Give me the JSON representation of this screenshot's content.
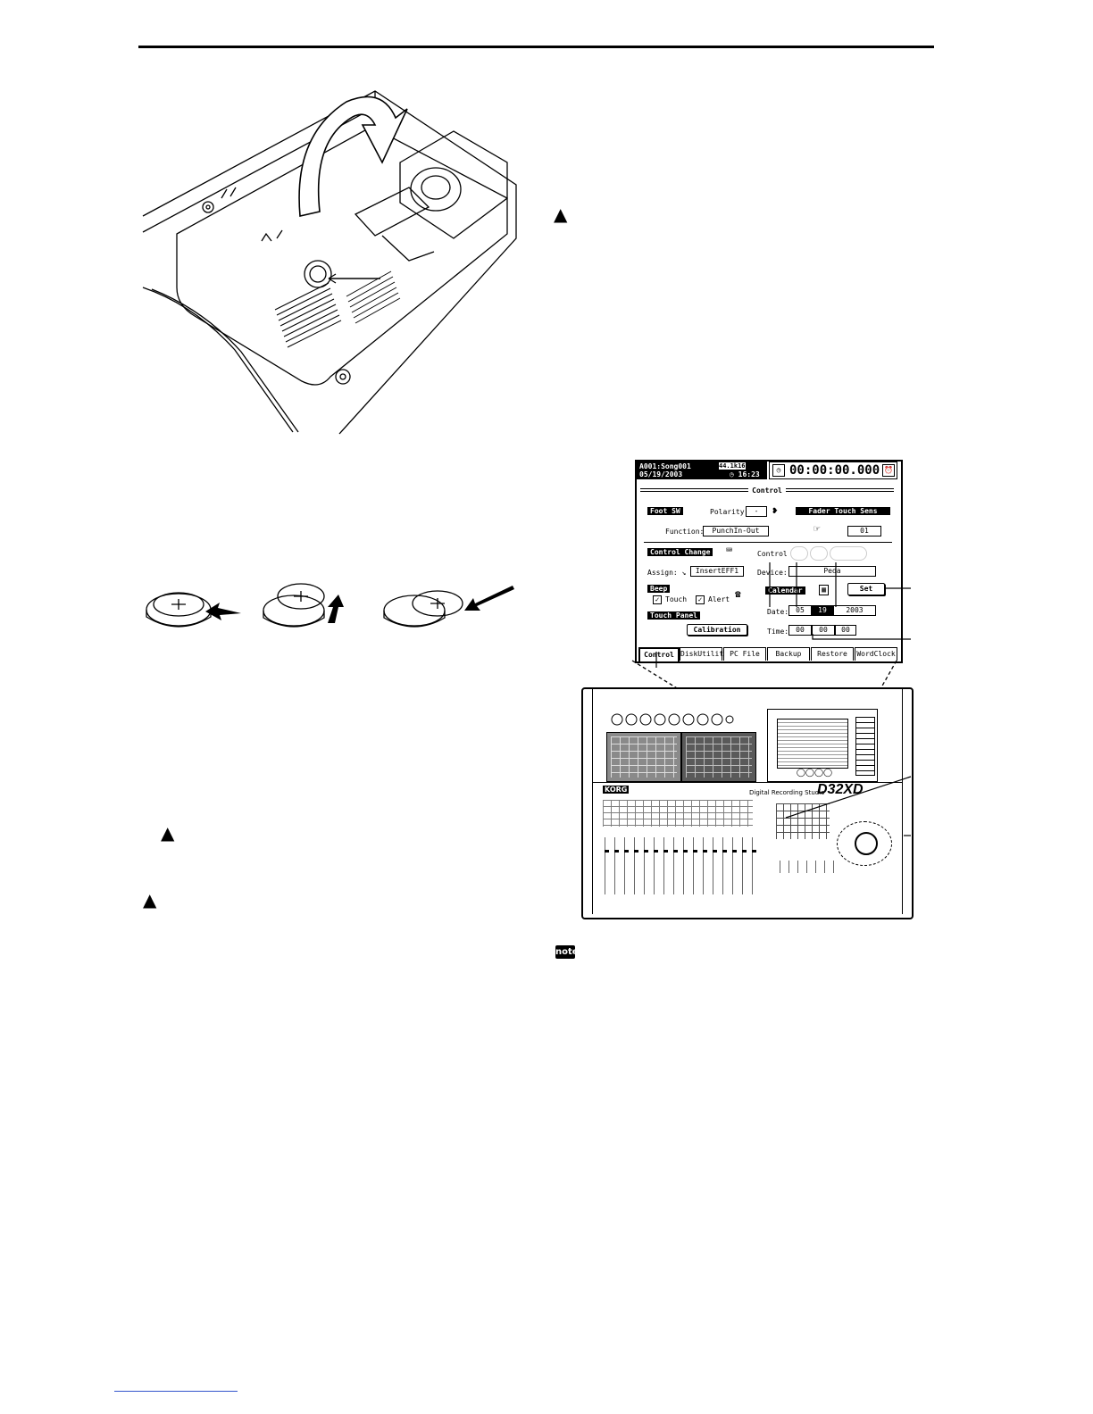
{
  "lcd": {
    "song_name": "A001:Song001",
    "rate": "44.1k16",
    "date": "05/19/2003",
    "clock": "16:23",
    "counter": "00:00:00.000",
    "page_title": "Control",
    "foot_sw": {
      "header": "Foot SW",
      "polarity_label": "Polarity:",
      "polarity_value": "-",
      "function_label": "Function:",
      "function_value": "PunchIn-Out"
    },
    "fader_touch": {
      "header": "Fader Touch Sens",
      "value": "01"
    },
    "control_change": {
      "header": "Control Change",
      "assign_label": "Assign:",
      "assign_value": "InsertEFF1",
      "control_label": "Control",
      "device_label": "Device:",
      "device_value": "Peda"
    },
    "beep": {
      "header": "Beep",
      "touch_label": "Touch",
      "alert_label": "Alert"
    },
    "calendar": {
      "header": "Calendar",
      "set_label": "Set",
      "date_label": "Date:",
      "month": "05",
      "day": "19",
      "year": "2003",
      "time_label": "Time:",
      "hour": "00",
      "minute": "00",
      "second": "00"
    },
    "touch_panel": {
      "header": "Touch Panel",
      "calibration_label": "Calibration"
    },
    "tabs": [
      "Control",
      "DiskUtility",
      "PC File",
      "Backup",
      "Restore",
      "WordClock"
    ]
  },
  "device": {
    "model": "D32XD",
    "subtitle": "Digital Recording Studio",
    "brand": "KORG"
  },
  "icons": {
    "caution": "caution-icon",
    "note": "note-icon"
  },
  "note_label": "note"
}
